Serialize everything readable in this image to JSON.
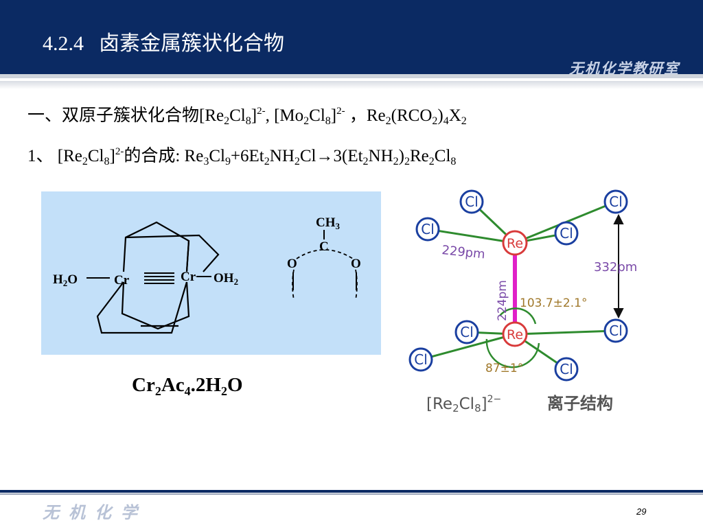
{
  "header": {
    "section_number": "4.2.4",
    "title": "卤素金属簇状化合物",
    "watermark": "无机化学教研室"
  },
  "body": {
    "line1": {
      "prefix": "一、双原子簇状化合物",
      "c1": [
        "[Re",
        "2",
        "Cl",
        "8",
        "]",
        "2-"
      ],
      "sep1": ",  ",
      "c2": [
        "[Mo",
        "2",
        "Cl",
        "8",
        "]",
        "2-"
      ],
      "sep2": " ，",
      "c3": [
        "Re",
        "2",
        "(RCO",
        "2",
        ")",
        "4",
        "X",
        "2"
      ]
    },
    "line2": {
      "prefix": "1、 ",
      "c1": [
        "[Re",
        "2",
        "Cl",
        "8",
        "]",
        "2-"
      ],
      "mid": "的合成:  ",
      "r1": [
        "Re",
        "3",
        "Cl",
        "9"
      ],
      "r2": [
        "+6Et",
        "2",
        "NH",
        "2",
        "Cl→3(Et",
        "2",
        "NH",
        "2",
        ")",
        "2"
      ],
      "p1": [
        "Re",
        "2",
        "Cl",
        "8"
      ]
    }
  },
  "cr_diagram": {
    "left_ligand": [
      "H",
      "2",
      "O"
    ],
    "metal_left": "Cr",
    "metal_right": "Cr",
    "right_ligand": [
      "OH",
      "2"
    ],
    "acetate_ch3": [
      "CH",
      "3"
    ],
    "acetate_c": "C",
    "acetate_o_left": "O",
    "acetate_o_right": "O",
    "bg_color": "#c3e0f9"
  },
  "caption": [
    "Cr",
    "2",
    "Ac",
    "4",
    ".2H",
    "2",
    "O"
  ],
  "structure": {
    "cl_label": "Cl",
    "re_label": "Re",
    "dist_cl_re": "229pm",
    "dist_re_re": "224pm",
    "dist_cl_cl": "332pm",
    "angle_re": "103.7±2.1°",
    "angle_cl": "87±1°",
    "title_formula": [
      "[Re",
      "2",
      "Cl",
      "8",
      "]",
      "2−"
    ],
    "title_text": "离子结构",
    "bond_color": "#2e8b2e",
    "atom_color": "#1a3fa0",
    "re_color": "#d83a3a",
    "re_re_color": "#e020c8",
    "label_color": "#7a4aa8"
  },
  "footer": {
    "brand": "无机化学",
    "page_number": "29"
  }
}
